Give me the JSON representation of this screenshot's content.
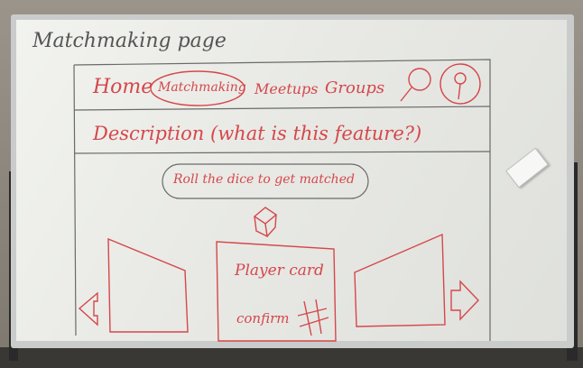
{
  "page_title": "Matchmaking page",
  "nav": {
    "home": "Home",
    "matchmaking": "Matchmaking",
    "meetups": "Meetups",
    "groups": "Groups"
  },
  "description_label": "Description (what is this feature?)",
  "dice_button_label": "Roll the dice to get matched",
  "player_card": {
    "title": "Player card",
    "confirm_label": "confirm"
  },
  "colors": {
    "ink_red": "#d5474a",
    "ink_gray": "#555555",
    "board": "#eeefeb"
  },
  "icons": [
    "search-icon",
    "profile-icon",
    "dice-icon",
    "left-arrow-icon",
    "right-arrow-icon",
    "reject-icon"
  ]
}
